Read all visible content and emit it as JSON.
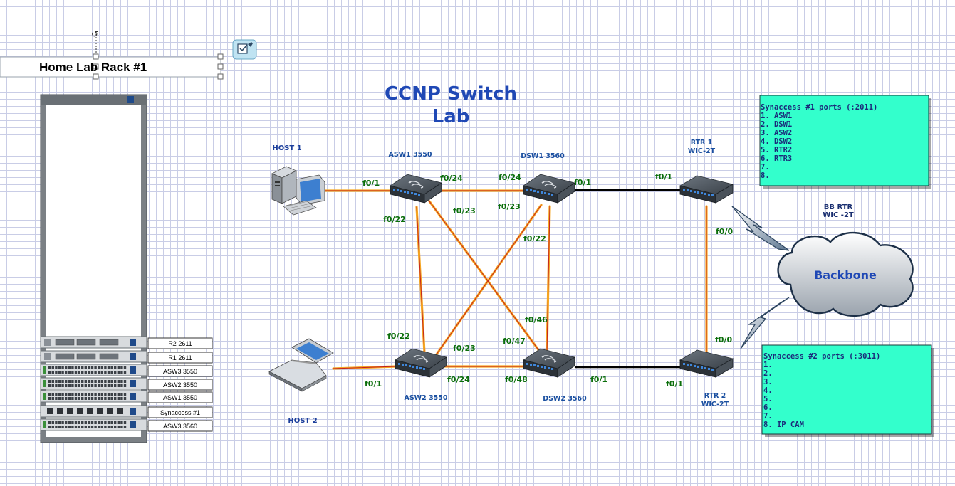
{
  "diagram_title_line1": "CCNP Switch",
  "diagram_title_line2": "Lab",
  "rack": {
    "title": "Home Lab Rack #1",
    "units": [
      {
        "label": "R2 2611",
        "kind": "router"
      },
      {
        "label": "R1 2611",
        "kind": "router"
      },
      {
        "label": "ASW3 3550",
        "kind": "switch"
      },
      {
        "label": "ASW2 3550",
        "kind": "switch"
      },
      {
        "label": "ASW1 3550",
        "kind": "switch"
      },
      {
        "label": "Synaccess #1",
        "kind": "pdu"
      },
      {
        "label": "ASW3 3560",
        "kind": "switch"
      }
    ]
  },
  "hosts": {
    "host1": "HOST 1",
    "host2": "HOST 2"
  },
  "devices": {
    "asw1": "ASW1 3550",
    "dsw1": "DSW1 3560",
    "asw2": "ASW2 3550",
    "dsw2": "DSW2 3560",
    "rtr1_line1": "RTR 1",
    "rtr1_line2": "WIC-2T",
    "rtr2_line1": "RTR 2",
    "rtr2_line2": "WIC-2T"
  },
  "backbone": {
    "label": "Backbone",
    "router_line1": "BB RTR",
    "router_line2": "WIC -2T"
  },
  "ports": {
    "host1_asw1": "f0/1",
    "asw1_f024": "f0/24",
    "dsw1_f024": "f0/24",
    "asw1_f023": "f0/23",
    "dsw1_f023": "f0/23",
    "asw1_f022": "f0/22",
    "dsw1_f022": "f0/22",
    "dsw1_f01": "f0/1",
    "rtr1_f01": "f0/1",
    "rtr1_f00": "f0/0",
    "dsw2_f046": "f0/46",
    "dsw2_f047": "f0/47",
    "asw2_f022": "f0/22",
    "asw2_f023": "f0/23",
    "asw2_f024": "f0/24",
    "dsw2_f048": "f0/48",
    "host2_asw2": "f0/1",
    "dsw2_f01": "f0/1",
    "rtr2_f01": "f0/1",
    "rtr2_f00": "f0/0"
  },
  "notes": {
    "synaccess1": {
      "title": "Synaccess #1 ports (:2011)",
      "lines": [
        "1. ASW1",
        "2. DSW1",
        "3. ASW2",
        "4. DSW2",
        "5. RTR2",
        "6. RTR3",
        "7.",
        "8."
      ]
    },
    "synaccess2": {
      "title": "Synaccess #2 ports (:3011)",
      "lines": [
        "1.",
        "2.",
        "3.",
        "4.",
        "5.",
        "6.",
        "7.",
        "8. IP CAM"
      ]
    }
  },
  "colors": {
    "ethernet_link": "#f5a623",
    "serial_link": "#000000",
    "note_fill": "#33ffcc",
    "title": "#1f48b5",
    "port_label": "#0b6e0b"
  }
}
